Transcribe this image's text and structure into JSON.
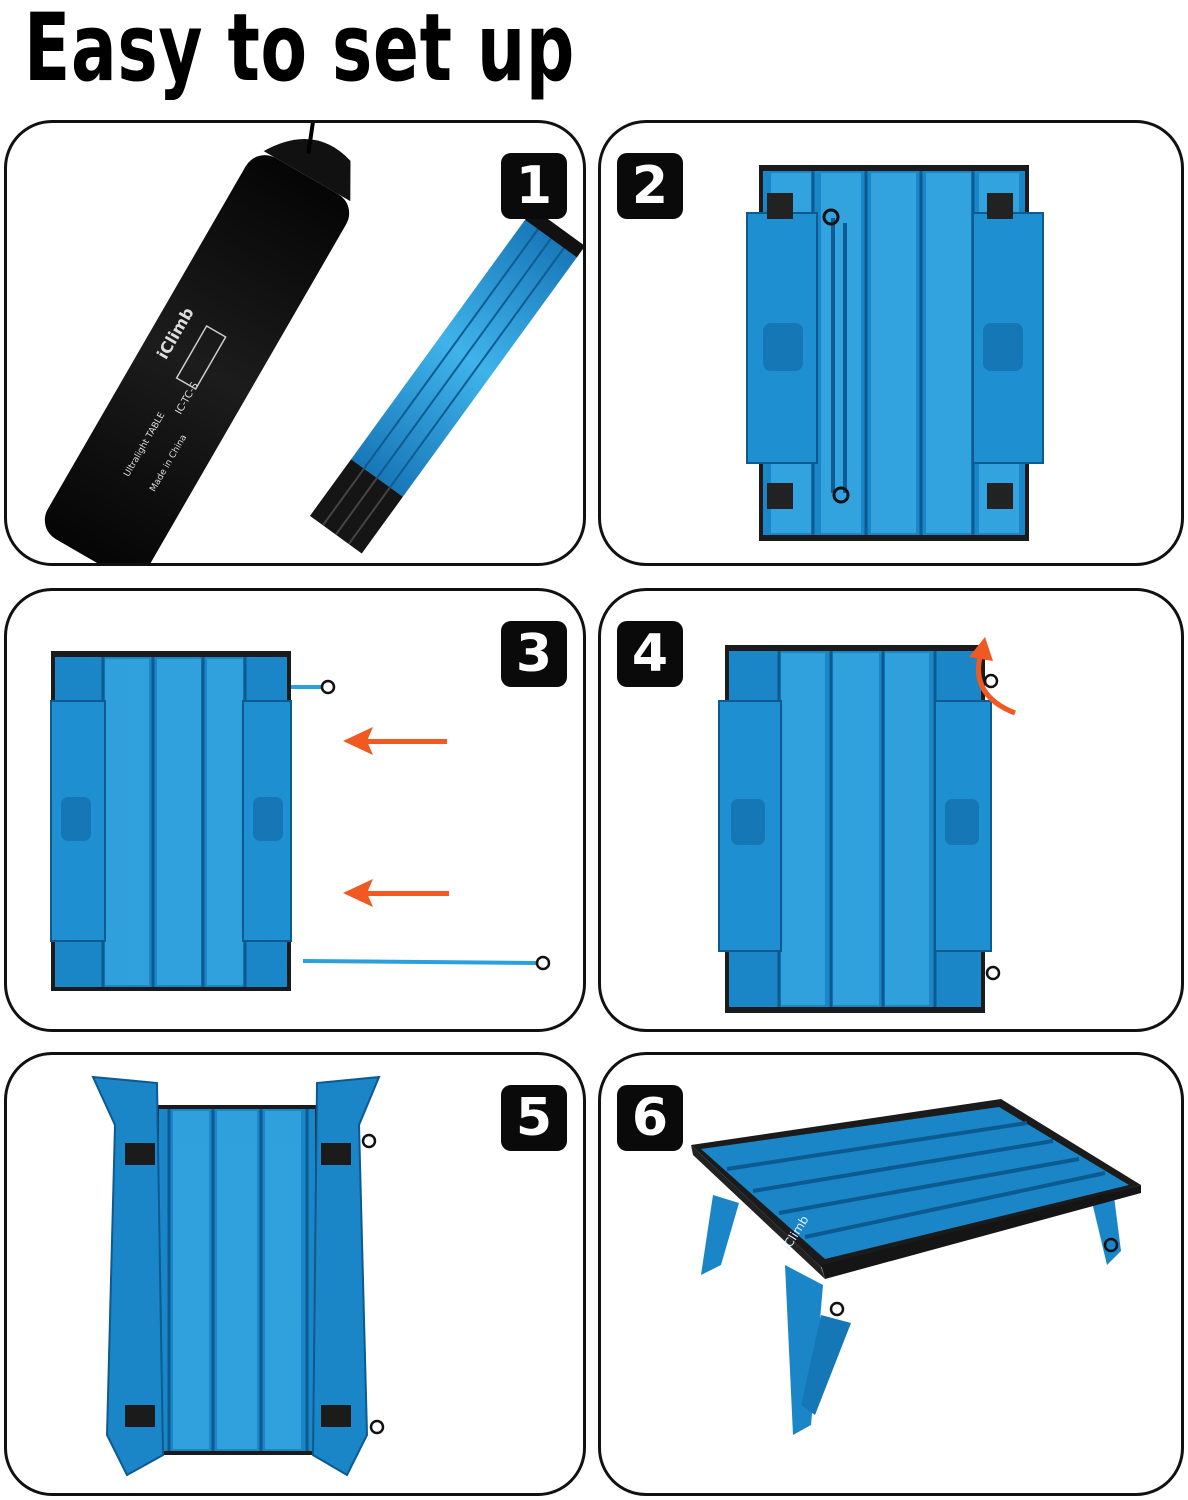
{
  "title": "Easy to set up",
  "steps": [
    {
      "number": "1",
      "description": "folded table beside carry bag"
    },
    {
      "number": "2",
      "description": "unrolled table top"
    },
    {
      "number": "3",
      "description": "remove support rods"
    },
    {
      "number": "4",
      "description": "flip up end legs"
    },
    {
      "number": "5",
      "description": "legs unfolded"
    },
    {
      "number": "6",
      "description": "assembled table"
    }
  ],
  "bag": {
    "brand": "iClimb",
    "model": "IC-TC-S",
    "line1": "Ultralight TABLE",
    "line2": "Made in China"
  },
  "table_brand": "iClimb",
  "colors": {
    "aluminum_blue": "#1a86c8",
    "aluminum_light": "#3fb3ea",
    "arrow_orange": "#f05a22",
    "frame_black": "#1b1b1b"
  }
}
